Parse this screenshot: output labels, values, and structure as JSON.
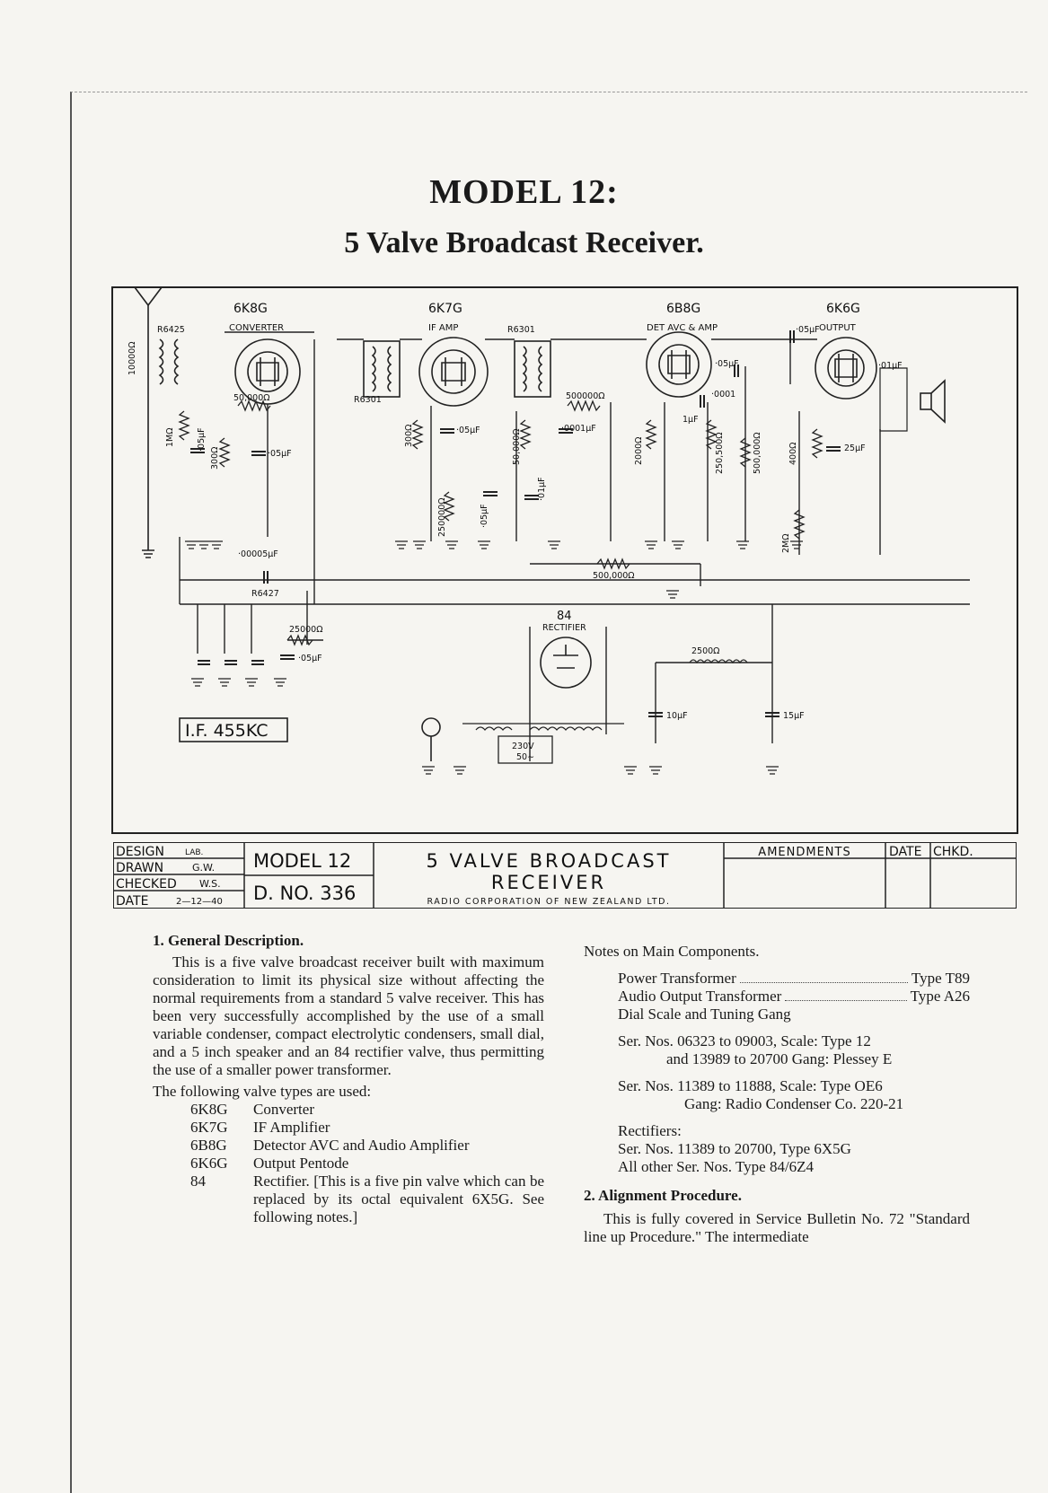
{
  "header": {
    "title": "MODEL 12:",
    "subtitle": "5 Valve Broadcast Receiver."
  },
  "schematic": {
    "valves": [
      {
        "type": "6K8G",
        "role": "CONVERTER"
      },
      {
        "type": "6K7G",
        "role": "IF AMP"
      },
      {
        "type": "6B8G",
        "role": "DET AVC & AMP"
      },
      {
        "type": "6K6G",
        "role": "OUTPUT"
      }
    ],
    "rectifier": {
      "type": "84",
      "role": "RECTIFIER"
    },
    "labels": {
      "r6425": "R6425",
      "r6301a": "R6301",
      "r6301b": "R6301",
      "r6427": "R6427",
      "r10000": "10000Ω",
      "r50000a": "50,000Ω",
      "r500000a": "500000Ω",
      "r1m": "1MΩ",
      "c05a": "·05μF",
      "r300a": "300Ω",
      "c05b": "·05μF",
      "r300b": "300Ω",
      "c05c": "·05μF",
      "r250000a": "250000Ω",
      "c05d": "·05μF",
      "r50000b": "50,000Ω",
      "c0001a": "·0001μF",
      "c01a": "·01μF",
      "r2000": "2000Ω",
      "r250500": "250,500Ω",
      "r500000b": "500,000Ω",
      "c05e": "·05μF",
      "c0001b": "·0001",
      "c1": "1μF",
      "c05out": "·05μF",
      "c01out": "·01μF",
      "r400": "400Ω",
      "c25": "25μF",
      "r2m": "2MΩ",
      "c00005": "·00005μF",
      "r500000c": "500,000Ω",
      "r25000": "25000Ω",
      "c05f": "·05μF",
      "choke": "2500Ω",
      "c10": "10μF",
      "c15": "15μF",
      "mains": "230V",
      "freq": "50∼",
      "if": "I.F. 455KC"
    }
  },
  "title_block": {
    "design_label": "DESIGN",
    "design_val": "LAB.",
    "drawn_label": "DRAWN",
    "drawn_val": "G.W.",
    "checked_label": "CHECKED",
    "checked_val": "W.S.",
    "date_label": "DATE",
    "date_val": "2—12—40",
    "model": "MODEL 12",
    "dno": "D. NO. 336",
    "desc_line1": "5 VALVE BROADCAST",
    "desc_line2": "RECEIVER",
    "company": "RADIO CORPORATION OF NEW ZEALAND LTD.",
    "amendments": "AMENDMENTS",
    "date_col": "DATE",
    "chkd_col": "CHKD."
  },
  "text": {
    "s1_heading": "1. General Description.",
    "s1_body": "This is a five valve broadcast receiver built with maximum consideration to limit its physical size without affecting the normal requirements from a standard 5 valve receiver. This has been very successfully accomplished by the use of a small variable condenser, compact electrolytic condensers, small dial, and a 5 inch speaker and an 84 rectifier valve, thus permitting the use of a smaller power transformer.",
    "valve_intro": "The following valve types are used:",
    "valve_list": [
      {
        "type": "6K8G",
        "desc": "Converter"
      },
      {
        "type": "6K7G",
        "desc": "IF Amplifier"
      },
      {
        "type": "6B8G",
        "desc": "Detector AVC and Audio Amplifier"
      },
      {
        "type": "6K6G",
        "desc": "Output Pentode"
      },
      {
        "type": "84",
        "desc": "Rectifier. [This is a five pin valve which can be replaced by its octal equivalent 6X5G. See following notes.]"
      }
    ],
    "notes_heading": "Notes on Main Components.",
    "pt_label": "Power Transformer",
    "pt_val": "Type T89",
    "aot_label": "Audio Output Transformer",
    "aot_val": "Type A26",
    "dial": "Dial Scale and Tuning Gang",
    "ser1_a": "Ser. Nos. 06323 to 09003,",
    "ser1_a2": "Scale: Type 12",
    "ser1_b": "and 13989 to 20700",
    "ser1_b2": "Gang: Plessey E",
    "ser2_a": "Ser. Nos. 11389 to 11888, Scale: Type OE6",
    "ser2_b": "Gang: Radio Condenser Co. 220-21",
    "rect_heading": "Rectifiers:",
    "rect1": "Ser. Nos. 11389 to 20700, Type 6X5G",
    "rect2": "All other Ser. Nos. Type 84/6Z4",
    "s2_heading": "2. Alignment Procedure.",
    "s2_body": "This is fully covered in Service Bulletin No. 72 \"Standard line up Procedure.\" The intermediate"
  }
}
